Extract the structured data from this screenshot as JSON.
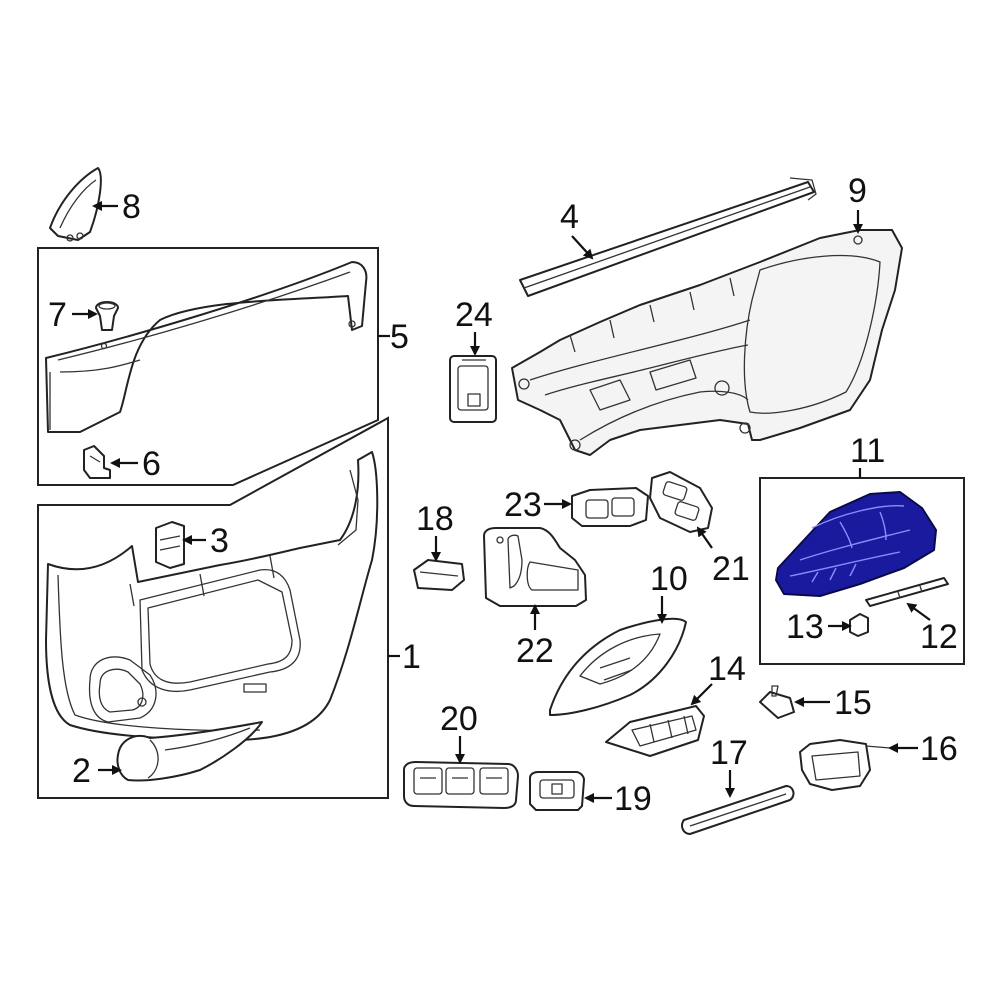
{
  "callouts": {
    "c1": "1",
    "c2": "2",
    "c3": "3",
    "c4": "4",
    "c5": "5",
    "c6": "6",
    "c7": "7",
    "c8": "8",
    "c9": "9",
    "c10": "10",
    "c11": "11",
    "c12": "12",
    "c13": "13",
    "c14": "14",
    "c15": "15",
    "c16": "16",
    "c17": "17",
    "c18": "18",
    "c19": "19",
    "c20": "20",
    "c21": "21",
    "c22": "22",
    "c23": "23",
    "c24": "24"
  },
  "colors": {
    "highlight": "#1a1a9e",
    "line": "#222222",
    "background": "#ffffff"
  }
}
